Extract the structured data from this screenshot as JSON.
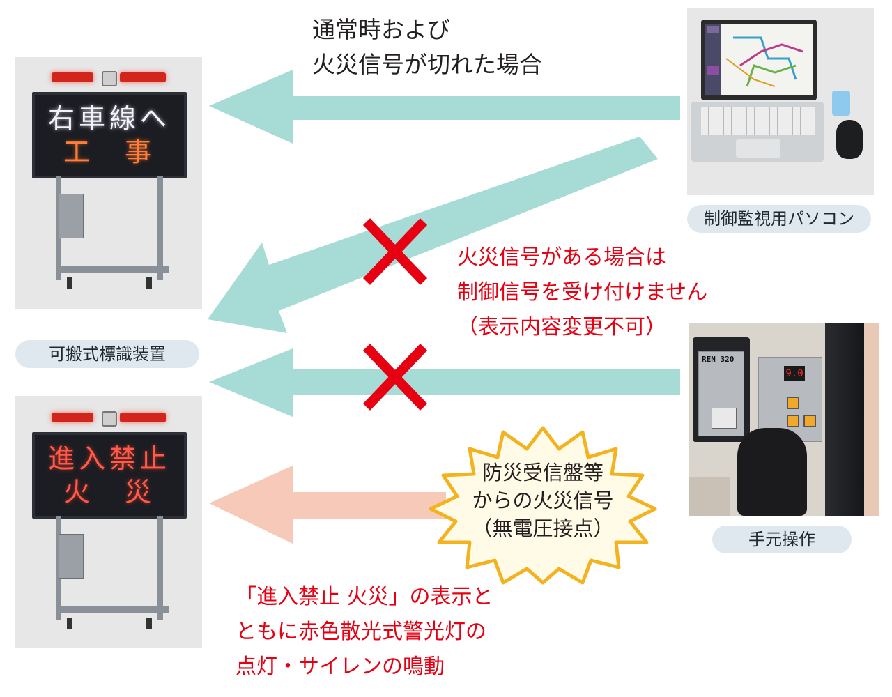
{
  "captions": {
    "top_normal": [
      "通常時および",
      "火災信号が切れた場合"
    ],
    "fire_signal_blocked": [
      "火災信号がある場合は",
      "制御信号を受け付けません",
      "（表示内容変更不可）"
    ],
    "fire_result": [
      "「進入禁止 火災」の表示と",
      "ともに赤色散光式警光灯の",
      "点灯・サイレンの鳴動"
    ]
  },
  "labels": {
    "pc": "制御監視用パソコン",
    "sign_device": "可搬式標識装置",
    "manual": "手元操作"
  },
  "burst": [
    "防災受信盤等",
    "からの火災信号",
    "（無電圧接点）"
  ],
  "signs": {
    "normal_line1": "右車線へ",
    "normal_line2": "工　事",
    "fire_line1": "進入禁止",
    "fire_line2": "火　災"
  },
  "panel": {
    "model": "REN 320",
    "display": "9.0"
  },
  "colors": {
    "arrow_teal": "#a7dbd6",
    "arrow_pink": "#f7c9b9",
    "cross_red": "#e60012",
    "text_red": "#e60012",
    "burst_fill": "#fffbe6",
    "burst_stroke": "#f3b321",
    "label_bg": "#dfe8ee"
  },
  "icons": [
    "cross-mark-icon",
    "starburst-icon",
    "arrow-left-icon"
  ]
}
